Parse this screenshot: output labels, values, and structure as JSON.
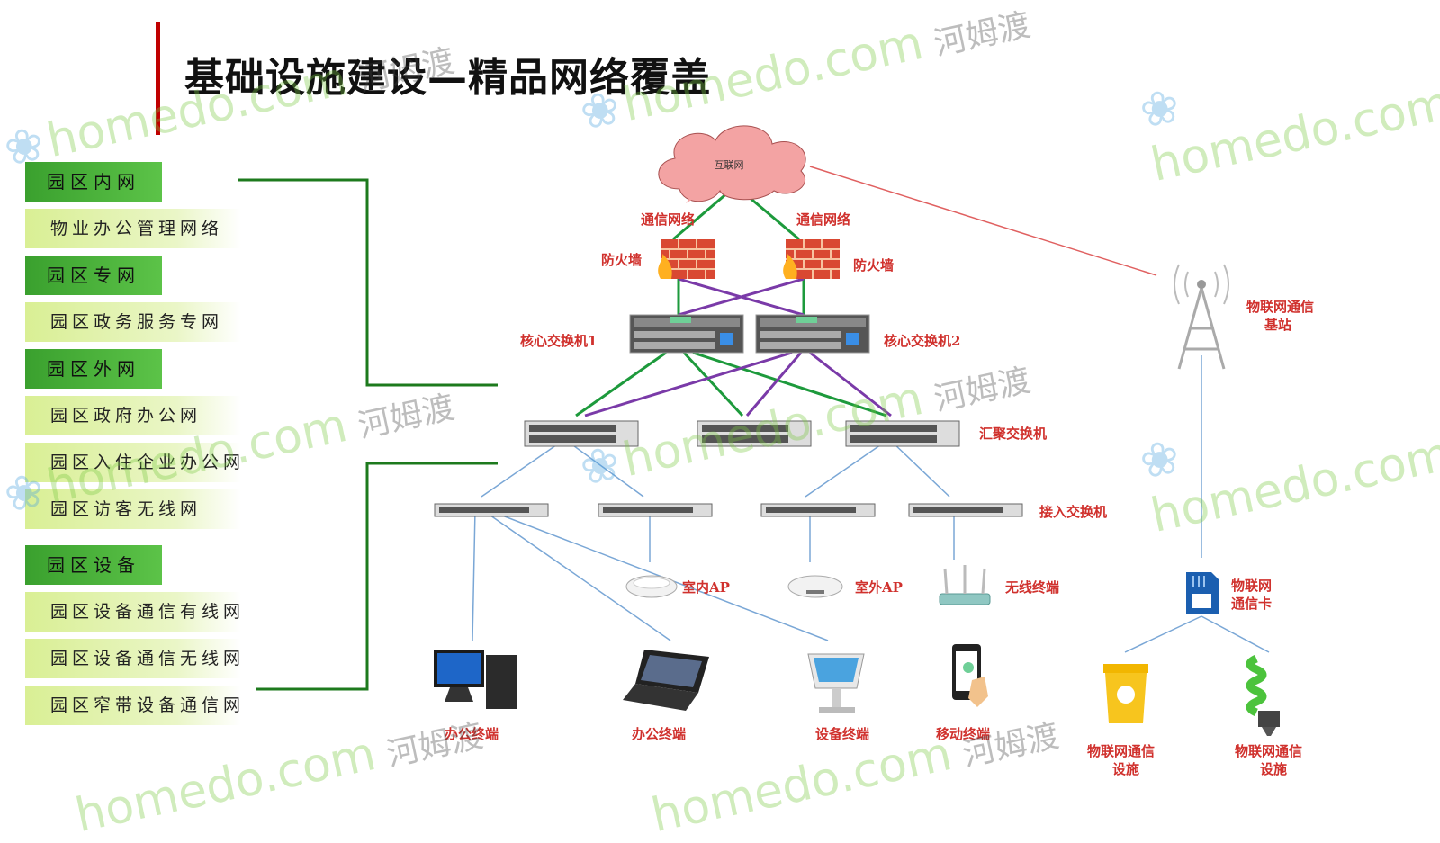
{
  "title": "基础设施建设—精品网络覆盖",
  "categories": [
    {
      "label": "园区内网",
      "items": [
        "物业办公管理网络"
      ]
    },
    {
      "label": "园区专网",
      "items": [
        "园区政务服务专网"
      ]
    },
    {
      "label": "园区外网",
      "items": [
        "园区政府办公网",
        "园区入住企业办公网",
        "园区访客无线网"
      ]
    },
    {
      "label": "园区设备网",
      "items": [
        "园区设备通信有线网",
        "园区设备通信无线网",
        "园区窄带设备通信网"
      ]
    }
  ],
  "diagram": {
    "internet": "互联网",
    "comm_net_left": "通信网络",
    "comm_net_right": "通信网络",
    "firewall_left": "防火墙",
    "firewall_right": "防火墙",
    "core_switch_1": "核心交换机1",
    "core_switch_2": "核心交换机2",
    "aggregation_switch": "汇聚交换机",
    "access_switch": "接入交换机",
    "indoor_ap": "室内AP",
    "outdoor_ap": "室外AP",
    "wireless_terminal": "无线终端",
    "office_terminal_1": "办公终端",
    "office_terminal_2": "办公终端",
    "device_terminal": "设备终端",
    "mobile_terminal": "移动终端",
    "iot_base_station": [
      "物联网通信",
      "基站"
    ],
    "iot_card": [
      "物联网",
      "通信卡"
    ],
    "iot_facility_1": [
      "物联网通信",
      "设施"
    ],
    "iot_facility_2": [
      "物联网通信",
      "设施"
    ]
  },
  "watermark": {
    "brand": "homedo.com",
    "cn": "河姆渡"
  },
  "colors": {
    "accent": "#c00000",
    "green_link": "#1d9a3c",
    "purple_link": "#7a3aa8",
    "label_red": "#d0312d",
    "category_green": "#3aa02e"
  }
}
